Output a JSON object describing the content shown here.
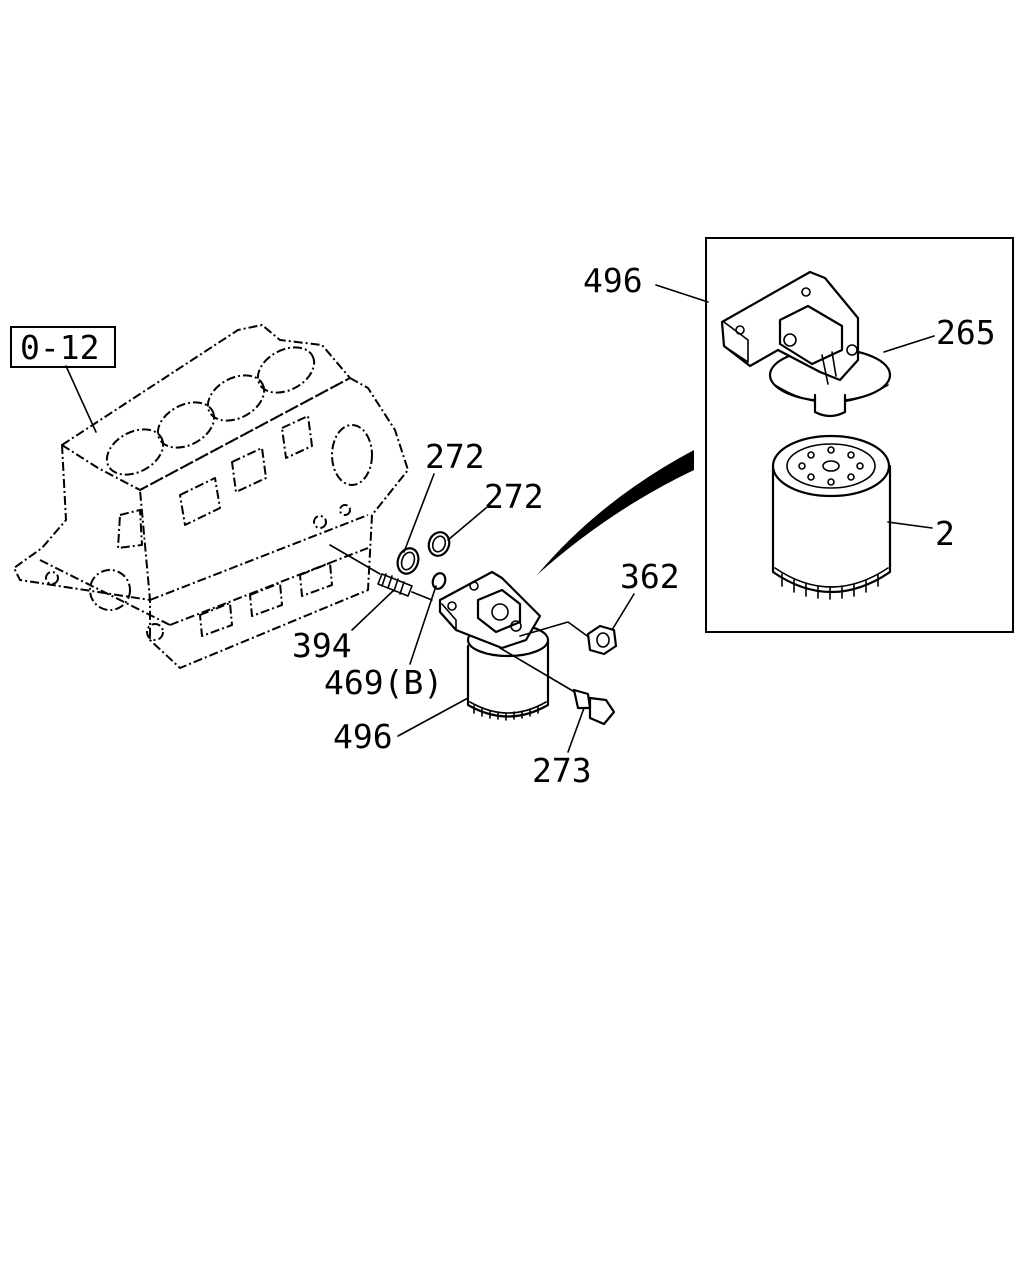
{
  "callouts": {
    "ref_box": "0-12",
    "o_ring_upper": "272",
    "o_ring_right": "272",
    "nut": "362",
    "stud": "394",
    "o_ring_small": "469(B)",
    "filter_assembly": "496",
    "bolt": "273"
  },
  "inset": {
    "assembly": "496",
    "head_gasket": "265",
    "cartridge": "2"
  }
}
